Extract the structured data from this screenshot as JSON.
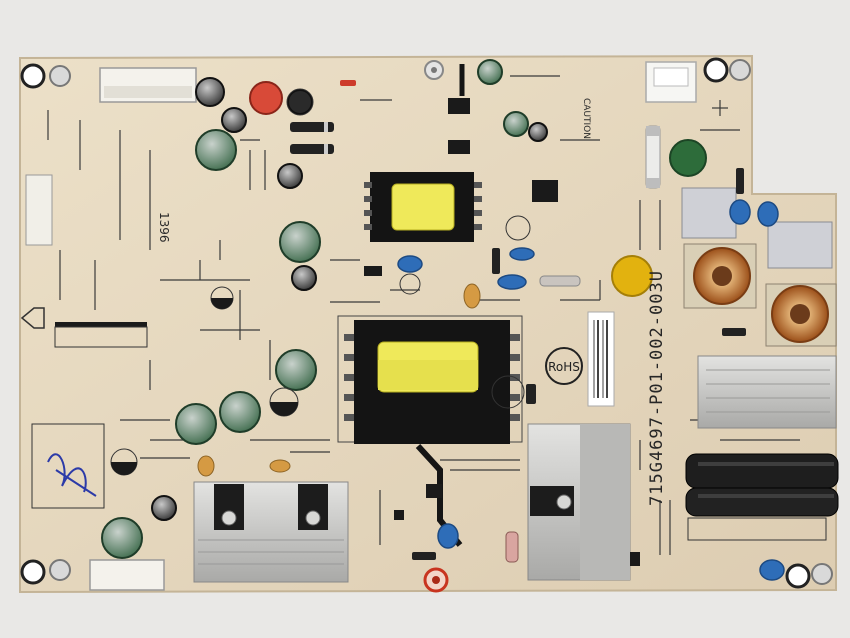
{
  "board": {
    "part_number": "715G4697-P01-002-003U",
    "rohs_mark": "RoHS",
    "caution_text": "CAUTION",
    "small_mark": "1396"
  },
  "colors": {
    "backdrop": "#e9e8e6",
    "pcb": "#e6d8c0",
    "pcb_shadow": "#c9b99f",
    "silkscreen": "#2a2a2a",
    "transformer_core": "#141414",
    "transformer_winding": "#efe95a",
    "heatsink": "#c8c8c6",
    "electrolytic_green": "#2f5e3c",
    "electrolytic_black": "#1e1e1e",
    "film_cap_blue": "#2e6db8",
    "choke_copper": "#b86a2a"
  }
}
